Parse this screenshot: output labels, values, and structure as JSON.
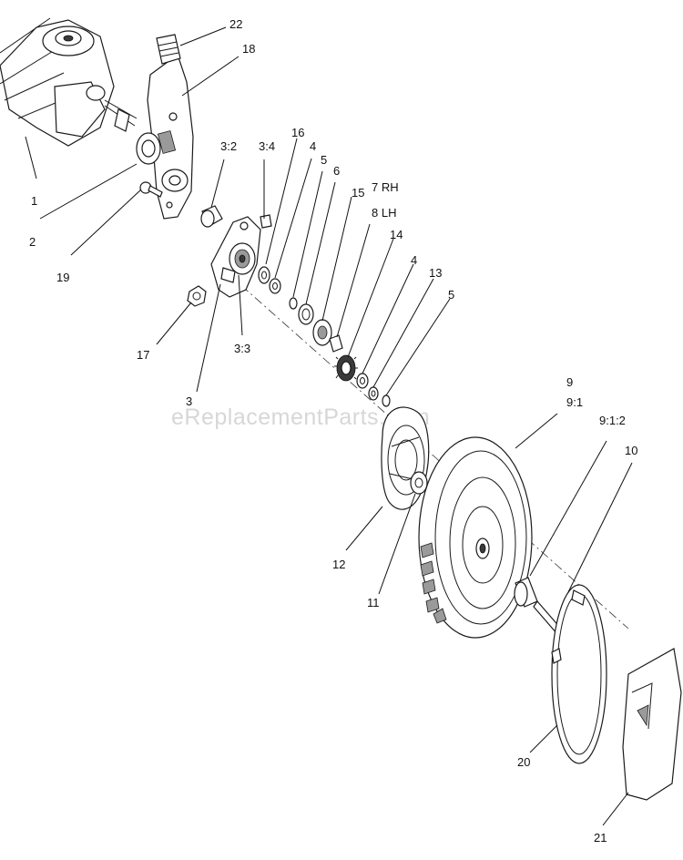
{
  "watermark": "eReplacementParts.com",
  "callouts": {
    "c1": "1",
    "c2": "2",
    "c3": "3",
    "c3_2": "3:2",
    "c3_3": "3:3",
    "c3_4": "3:4",
    "c4a": "4",
    "c4b": "4",
    "c5a": "5",
    "c5b": "5",
    "c6": "6",
    "c7": "7 RH",
    "c8": "8 LH",
    "c9": "9",
    "c9_1": "9:1",
    "c9_1_2": "9:1:2",
    "c10": "10",
    "c11": "11",
    "c12": "12",
    "c13": "13",
    "c14": "14",
    "c15": "15",
    "c16": "16",
    "c17": "17",
    "c18": "18",
    "c19": "19",
    "c20": "20",
    "c21": "21",
    "c22": "22"
  }
}
